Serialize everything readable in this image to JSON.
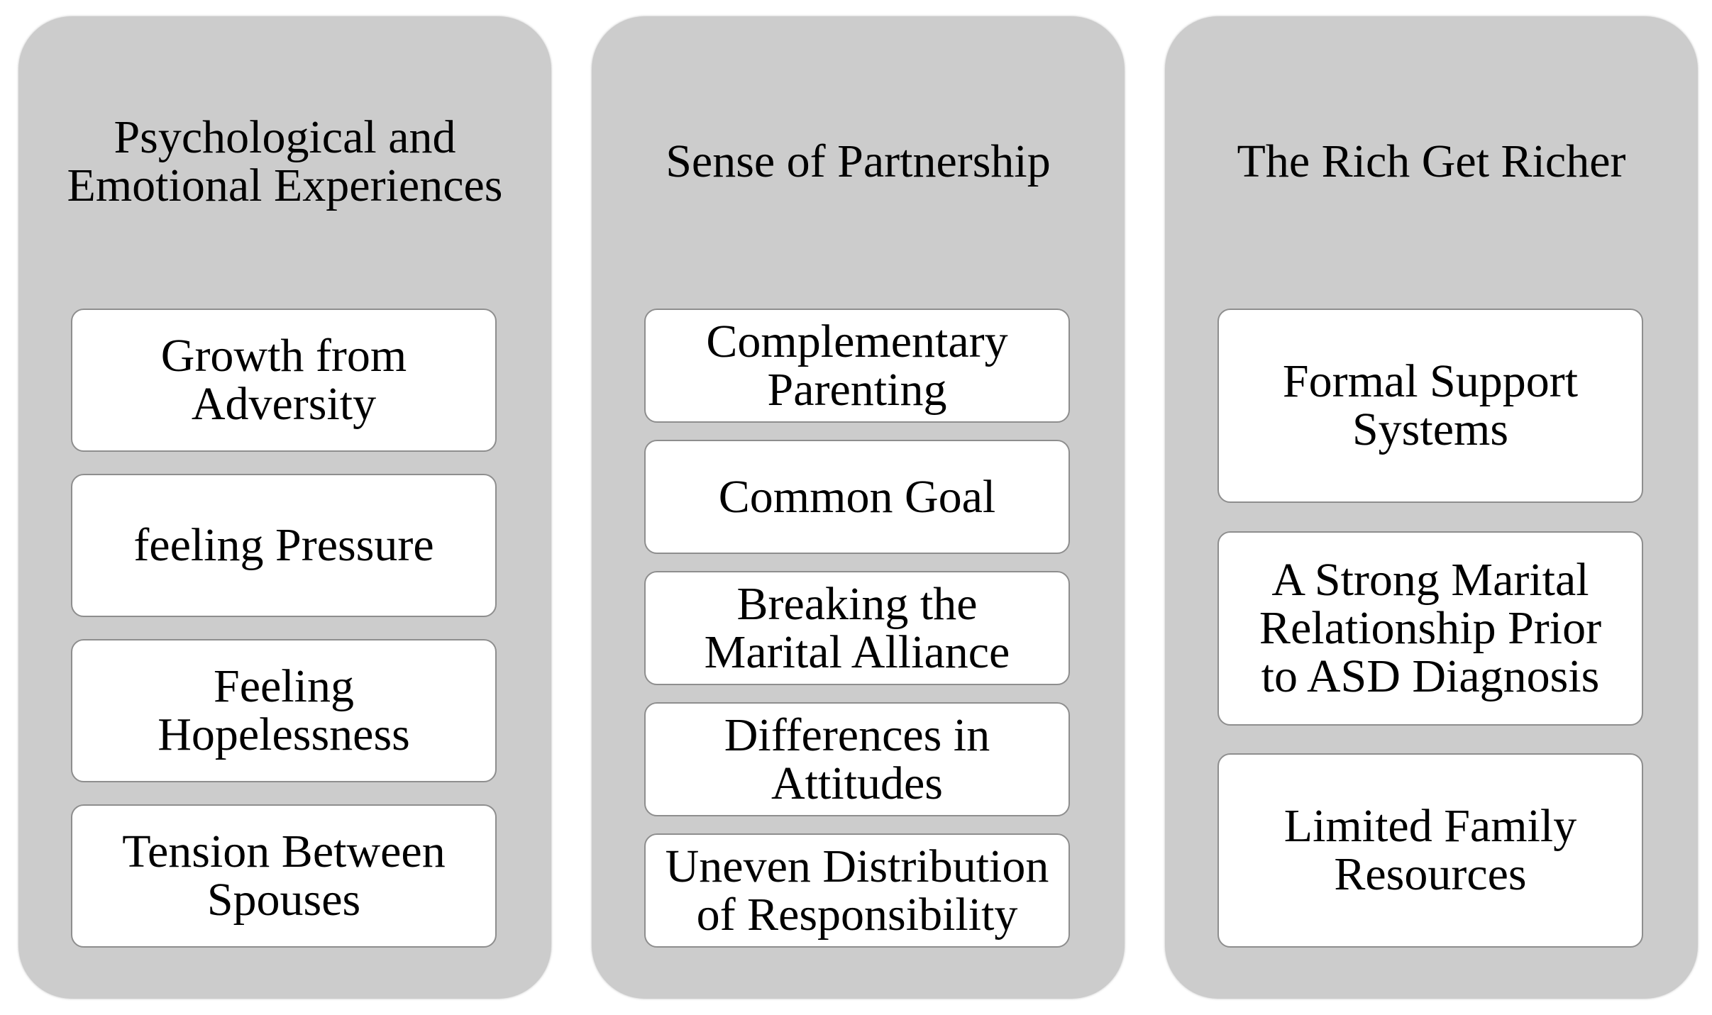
{
  "columns": [
    {
      "title": "Psychological and\nEmotional Experiences",
      "items": [
        "Growth from\nAdversity",
        "feeling Pressure",
        "Feeling\nHopelessness",
        "Tension Between\nSpouses"
      ]
    },
    {
      "title": "Sense of Partnership",
      "items": [
        "Complementary\nParenting",
        "Common Goal",
        "Breaking the\nMarital Alliance",
        "Differences in\nAttitudes",
        "Uneven Distribution\nof Responsibility"
      ]
    },
    {
      "title": "The Rich Get Richer",
      "items": [
        "Formal Support\nSystems",
        "A Strong Marital\nRelationship Prior\nto ASD Diagnosis",
        "Limited Family\nResources"
      ]
    }
  ],
  "colors": {
    "column_fill": "#cccccc",
    "box_fill": "#ffffff",
    "box_border": "#8e8e8e",
    "text": "#000000"
  }
}
